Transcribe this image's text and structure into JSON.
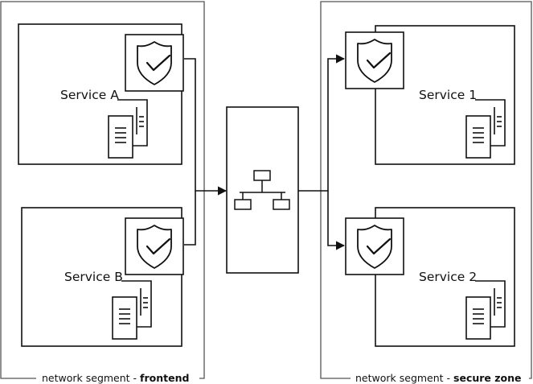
{
  "zones": {
    "left": {
      "prefix": "network segment - ",
      "name": "frontend"
    },
    "right": {
      "prefix": "network segment - ",
      "name": "secure zone"
    }
  },
  "services": {
    "a": "Service A",
    "b": "Service B",
    "one": "Service 1",
    "two": "Service 2"
  },
  "icons": {
    "firewall": "shield-check-icon",
    "server": "server-icon",
    "network": "network-switch-icon"
  }
}
